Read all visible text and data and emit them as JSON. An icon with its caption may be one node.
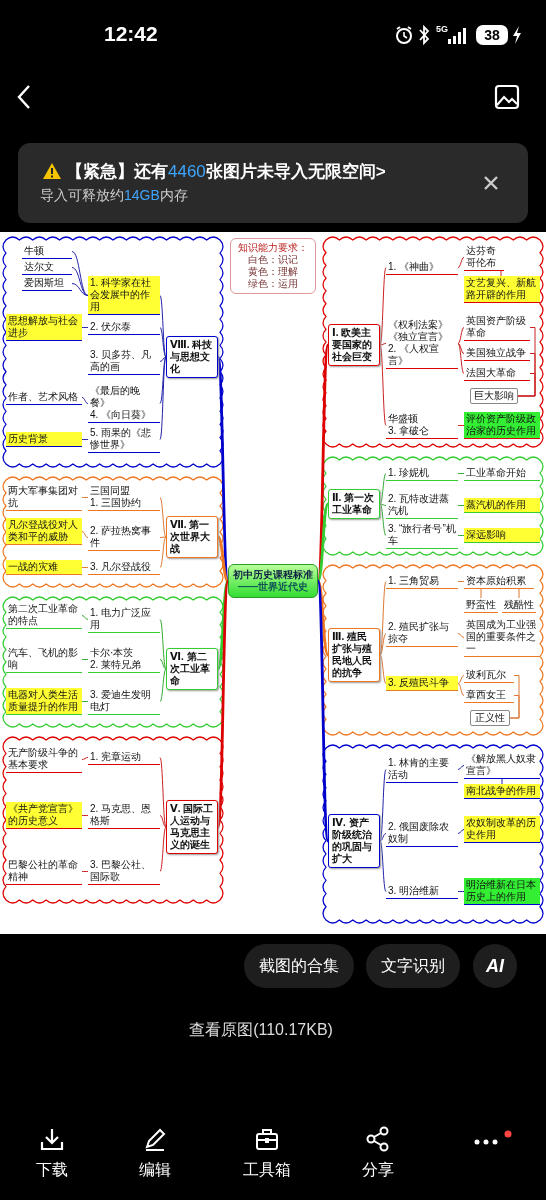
{
  "diagram": {
    "nodes": [
      {
        "text": [
          "初中历史课程标准",
          "——世界近代史"
        ]
      },
      {
        "text": [
          "知识能力要求：",
          "白色：识记",
          "黄色：理解",
          "绿色：运用"
        ]
      },
      {
        "text": [],
        "shape": "cloud"
      },
      {
        "text": [
          "Ⅰ. 欧美主要国家的社会巨变"
        ],
        "in": 2
      },
      {
        "text": [
          "1. 《神曲》"
        ],
        "in": 2
      },
      {
        "text": [
          "达芬奇",
          "哥伦布"
        ],
        "in": 2
      },
      {
        "text": [
          "文艺复兴、新航路开辟的作用"
        ],
        "in": 2
      },
      {
        "text": [
          "《权利法案》",
          "《独立宣言》",
          "2. 《人权宣言》"
        ],
        "in": 2
      },
      {
        "text": [
          "英国资产阶级革命"
        ],
        "in": 2
      },
      {
        "text": [
          "美国独立战争"
        ],
        "in": 2
      },
      {
        "text": [
          "法国大革命"
        ],
        "in": 2
      },
      {
        "text": [
          "巨大影响"
        ],
        "in": 2
      },
      {
        "text": [
          "华盛顿",
          "3. 拿破仑"
        ],
        "in": 2
      },
      {
        "text": [
          "评价资产阶级政治家的历史作用"
        ],
        "in": 2
      },
      {
        "text": [],
        "shape": "cloud"
      },
      {
        "text": [
          "Ⅱ. 第一次工业革命"
        ],
        "in": 14
      },
      {
        "text": [
          "1. 珍妮机"
        ],
        "in": 14
      },
      {
        "text": [
          "工业革命开始"
        ],
        "in": 14
      },
      {
        "text": [
          "2. 瓦特改进蒸汽机"
        ],
        "in": 14
      },
      {
        "text": [
          "蒸汽机的作用"
        ],
        "in": 14
      },
      {
        "text": [
          "3. “旅行者号”机车"
        ],
        "in": 14
      },
      {
        "text": [
          "深远影响"
        ],
        "in": 14
      },
      {
        "text": [],
        "shape": "cloud"
      },
      {
        "text": [
          "Ⅲ. 殖民扩张与殖民地人民的抗争"
        ],
        "in": 22
      },
      {
        "text": [
          "1. 三角贸易"
        ],
        "in": 22
      },
      {
        "text": [
          "资本原始积累"
        ],
        "in": 22
      },
      {
        "text": [
          "野蛮性"
        ],
        "in": 22
      },
      {
        "text": [
          "残酷性"
        ],
        "in": 22
      },
      {
        "text": [
          "2. 殖民扩张与掠夺"
        ],
        "in": 22
      },
      {
        "text": [
          "英国成为工业强国的重要条件之一"
        ],
        "in": 22
      },
      {
        "text": [
          "3. 反殖民斗争"
        ],
        "in": 22
      },
      {
        "text": [
          "玻利瓦尔"
        ],
        "in": 22
      },
      {
        "text": [
          "章西女王"
        ],
        "in": 22
      },
      {
        "text": [
          "正义性"
        ],
        "in": 22
      },
      {
        "text": [],
        "shape": "cloud"
      },
      {
        "text": [
          "Ⅳ. 资产阶级统治的巩固与扩大"
        ],
        "in": 34
      },
      {
        "text": [
          "1. 林肯的主要活动"
        ],
        "in": 34
      },
      {
        "text": [
          "《解放黑人奴隶宣言》"
        ],
        "in": 34
      },
      {
        "text": [
          "南北战争的作用"
        ],
        "in": 34
      },
      {
        "text": [
          "2. 俄国废除农奴制"
        ],
        "in": 34
      },
      {
        "text": [
          "农奴制改革的历史作用"
        ],
        "in": 34
      },
      {
        "text": [
          "3. 明治维新"
        ],
        "in": 34
      },
      {
        "text": [
          "明治维新在日本历史上的作用"
        ],
        "in": 34
      },
      {
        "text": [],
        "shape": "cloud"
      },
      {
        "text": [
          "Ⅷ. 科技与思想文化"
        ],
        "in": 43
      },
      {
        "text": [
          "1. 科学家在社会发展中的作用"
        ],
        "in": 43
      },
      {
        "text": [
          "牛顿"
        ],
        "in": 43
      },
      {
        "text": [
          "达尔文"
        ],
        "in": 43
      },
      {
        "text": [
          "爱因斯坦"
        ],
        "in": 43
      },
      {
        "text": [
          "2. 伏尔泰"
        ],
        "in": 43
      },
      {
        "text": [
          "思想解放与社会进步"
        ],
        "in": 43
      },
      {
        "text": [
          "3. 贝多芬、凡高的画"
        ],
        "in": 43
      },
      {
        "text": [
          "《最后的晚餐》",
          "4. 《向日葵》"
        ],
        "in": 43
      },
      {
        "text": [
          "作者、艺术风格"
        ],
        "in": 43
      },
      {
        "text": [
          "5. 雨果的《悲惨世界》"
        ],
        "in": 43
      },
      {
        "text": [
          "历史背景"
        ],
        "in": 43
      },
      {
        "text": [],
        "shape": "cloud"
      },
      {
        "text": [
          "Ⅶ. 第一次世界大战"
        ],
        "in": 56
      },
      {
        "text": [
          "三国同盟",
          "1. 三国协约"
        ],
        "in": 56
      },
      {
        "text": [
          "两大军事集团对抗"
        ],
        "in": 56
      },
      {
        "text": [
          "2. 萨拉热窝事件"
        ],
        "in": 56
      },
      {
        "text": [
          "凡尔登战役对人类和平的威胁"
        ],
        "in": 56
      },
      {
        "text": [
          "3. 凡尔登战役"
        ],
        "in": 56
      },
      {
        "text": [
          "一战的灾难"
        ],
        "in": 56
      },
      {
        "text": [],
        "shape": "cloud"
      },
      {
        "text": [
          "Ⅵ. 第二次工业革命"
        ],
        "in": 64
      },
      {
        "text": [
          "1. 电力广泛应用"
        ],
        "in": 64
      },
      {
        "text": [
          "第二次工业革命的特点"
        ],
        "in": 64
      },
      {
        "text": [
          "卡尔·本茨",
          "2. 莱特兄弟"
        ],
        "in": 64
      },
      {
        "text": [
          "汽车、飞机的影响"
        ],
        "in": 64
      },
      {
        "text": [
          "3. 爱迪生发明电灯"
        ],
        "in": 64
      },
      {
        "text": [
          "电器对人类生活质量提升的作用"
        ],
        "in": 64
      },
      {
        "text": [],
        "shape": "cloud"
      },
      {
        "text": [
          "Ⅴ. 国际工人运动与马克思主义的诞生"
        ],
        "in": 72
      },
      {
        "text": [
          "1. 宪章运动"
        ],
        "in": 72
      },
      {
        "text": [
          "无产阶级斗争的基本要求"
        ],
        "in": 72
      },
      {
        "text": [
          "2. 马克思、恩格斯"
        ],
        "in": 72
      },
      {
        "text": [
          "《共产党宣言》的历史意义"
        ],
        "in": 72
      },
      {
        "text": [
          "3. 巴黎公社、国际歌"
        ],
        "in": 72
      },
      {
        "text": [
          "巴黎公社的革命精神"
        ],
        "in": 72
      }
    ],
    "edges": [
      {
        "from": 0,
        "to": 3,
        "arrow": "none",
        "style": "thick",
        "color": "#dd0000"
      },
      {
        "from": 0,
        "to": 15,
        "arrow": "none",
        "style": "thick",
        "color": "#33cc33"
      },
      {
        "from": 0,
        "to": 23,
        "arrow": "none",
        "style": "thick",
        "color": "#ee7722"
      },
      {
        "from": 0,
        "to": 35,
        "arrow": "none",
        "style": "thick",
        "color": "#0000cc"
      },
      {
        "from": 0,
        "to": 44,
        "arrow": "none",
        "style": "thick",
        "color": "#0000cc"
      },
      {
        "from": 0,
        "to": 57,
        "arrow": "none",
        "style": "thick",
        "color": "#ee7722"
      },
      {
        "from": 0,
        "to": 65,
        "arrow": "none",
        "style": "thick",
        "color": "#33cc33"
      },
      {
        "from": 0,
        "to": 73,
        "arrow": "none",
        "style": "thick",
        "color": "#dd0000"
      },
      {
        "from": 3,
        "to": 4,
        "arrow": "none",
        "color": "#cc2222"
      },
      {
        "from": 4,
        "to": 5,
        "arrow": "none",
        "color": "#cc2222"
      },
      {
        "from": 5,
        "to": 6,
        "arrow": "none",
        "color": "#cc2222"
      },
      {
        "from": 3,
        "to": 7,
        "arrow": "none",
        "color": "#cc2222"
      },
      {
        "from": 7,
        "to": 8,
        "arrow": "none",
        "color": "#cc2222"
      },
      {
        "from": 7,
        "to": 9,
        "arrow": "none",
        "color": "#cc2222"
      },
      {
        "from": 7,
        "to": 10,
        "arrow": "none",
        "color": "#cc2222"
      },
      {
        "from": 8,
        "to": 11,
        "arrow": "none",
        "color": "#cc2222"
      },
      {
        "from": 9,
        "to": 11,
        "arrow": "none",
        "color": "#cc2222"
      },
      {
        "from": 10,
        "to": 11,
        "arrow": "none",
        "color": "#cc2222"
      },
      {
        "from": 3,
        "to": 12,
        "arrow": "none",
        "color": "#cc2222"
      },
      {
        "from": 12,
        "to": 13,
        "arrow": "none",
        "color": "#cc2222"
      },
      {
        "from": 15,
        "to": 16,
        "arrow": "none",
        "color": "#33aa33"
      },
      {
        "from": 16,
        "to": 17,
        "arrow": "none",
        "color": "#33aa33"
      },
      {
        "from": 15,
        "to": 18,
        "arrow": "none",
        "color": "#33aa33"
      },
      {
        "from": 18,
        "to": 19,
        "arrow": "none",
        "color": "#33aa33"
      },
      {
        "from": 15,
        "to": 20,
        "arrow": "none",
        "color": "#33aa33"
      },
      {
        "from": 20,
        "to": 21,
        "arrow": "none",
        "color": "#33aa33"
      },
      {
        "from": 23,
        "to": 24,
        "arrow": "none",
        "color": "#dd7733"
      },
      {
        "from": 24,
        "to": 25,
        "arrow": "none",
        "color": "#dd7733"
      },
      {
        "from": 25,
        "to": 26,
        "arrow": "none",
        "color": "#dd7733"
      },
      {
        "from": 25,
        "to": 27,
        "arrow": "none",
        "color": "#dd7733"
      },
      {
        "from": 23,
        "to": 28,
        "arrow": "none",
        "color": "#dd7733"
      },
      {
        "from": 28,
        "to": 29,
        "arrow": "none",
        "color": "#dd7733"
      },
      {
        "from": 23,
        "to": 30,
        "arrow": "none",
        "color": "#dd7733"
      },
      {
        "from": 30,
        "to": 31,
        "arrow": "none",
        "color": "#dd7733"
      },
      {
        "from": 30,
        "to": 32,
        "arrow": "none",
        "color": "#dd7733"
      },
      {
        "from": 31,
        "to": 33,
        "arrow": "none",
        "color": "#dd7733"
      },
      {
        "from": 32,
        "to": 33,
        "arrow": "none",
        "color": "#dd7733"
      },
      {
        "from": 35,
        "to": 36,
        "arrow": "none",
        "color": "#2222aa"
      },
      {
        "from": 36,
        "to": 37,
        "arrow": "none",
        "color": "#2222aa"
      },
      {
        "from": 37,
        "to": 38,
        "arrow": "none",
        "color": "#2222aa"
      },
      {
        "from": 35,
        "to": 39,
        "arrow": "none",
        "color": "#2222aa"
      },
      {
        "from": 39,
        "to": 40,
        "arrow": "none",
        "color": "#2222aa"
      },
      {
        "from": 35,
        "to": 41,
        "arrow": "none",
        "color": "#2222aa"
      },
      {
        "from": 41,
        "to": 42,
        "arrow": "none",
        "color": "#2222aa"
      },
      {
        "from": 44,
        "to": 45,
        "arrow": "none",
        "color": "#2222aa"
      },
      {
        "from": 45,
        "to": 46,
        "arrow": "none",
        "color": "#2222aa"
      },
      {
        "from": 45,
        "to": 47,
        "arrow": "none",
        "color": "#2222aa"
      },
      {
        "from": 45,
        "to": 48,
        "arrow": "none",
        "color": "#2222aa"
      },
      {
        "from": 44,
        "to": 49,
        "arrow": "none",
        "color": "#2222aa"
      },
      {
        "from": 49,
        "to": 50,
        "arrow": "none",
        "color": "#2222aa"
      },
      {
        "from": 44,
        "to": 51,
        "arrow": "none",
        "color": "#2222aa"
      },
      {
        "from": 44,
        "to": 52,
        "arrow": "none",
        "color": "#2222aa"
      },
      {
        "from": 52,
        "to": 53,
        "arrow": "none",
        "color": "#2222aa"
      },
      {
        "from": 44,
        "to": 54,
        "arrow": "none",
        "color": "#2222aa"
      },
      {
        "from": 54,
        "to": 55,
        "arrow": "none",
        "color": "#2222aa"
      },
      {
        "from": 57,
        "to": 58,
        "arrow": "none",
        "color": "#dd7733"
      },
      {
        "from": 58,
        "to": 59,
        "arrow": "none",
        "color": "#dd7733"
      },
      {
        "from": 57,
        "to": 60,
        "arrow": "none",
        "color": "#dd7733"
      },
      {
        "from": 60,
        "to": 61,
        "arrow": "none",
        "color": "#dd7733"
      },
      {
        "from": 57,
        "to": 62,
        "arrow": "none",
        "color": "#dd7733"
      },
      {
        "from": 62,
        "to": 63,
        "arrow": "none",
        "color": "#dd7733"
      },
      {
        "from": 65,
        "to": 66,
        "arrow": "none",
        "color": "#33aa33"
      },
      {
        "from": 66,
        "to": 67,
        "arrow": "none",
        "color": "#33aa33"
      },
      {
        "from": 65,
        "to": 68,
        "arrow": "none",
        "color": "#33aa33"
      },
      {
        "from": 68,
        "to": 69,
        "arrow": "none",
        "color": "#33aa33"
      },
      {
        "from": 65,
        "to": 70,
        "arrow": "none",
        "color": "#33aa33"
      },
      {
        "from": 70,
        "to": 71,
        "arrow": "none",
        "color": "#33aa33"
      },
      {
        "from": 73,
        "to": 74,
        "arrow": "none",
        "color": "#cc2222"
      },
      {
        "from": 74,
        "to": 75,
        "arrow": "none",
        "color": "#cc2222"
      },
      {
        "from": 73,
        "to": 76,
        "arrow": "none",
        "color": "#cc2222"
      },
      {
        "from": 76,
        "to": 77,
        "arrow": "none",
        "color": "#cc2222"
      },
      {
        "from": 73,
        "to": 78,
        "arrow": "none",
        "color": "#cc2222"
      },
      {
        "from": 78,
        "to": 79,
        "arrow": "none",
        "color": "#cc2222"
      }
    ],
    "labels": [
      "12:42",
      "5G",
      "38",
      "【紧急】还有**4460**张图片未导入无限空间>",
      "导入可释放约**14GB**内存",
      "截图的合集",
      "文字识别",
      "AI",
      "查看原图(110.17KB)",
      "下载",
      "编辑",
      "工具箱",
      "分享"
    ]
  }
}
